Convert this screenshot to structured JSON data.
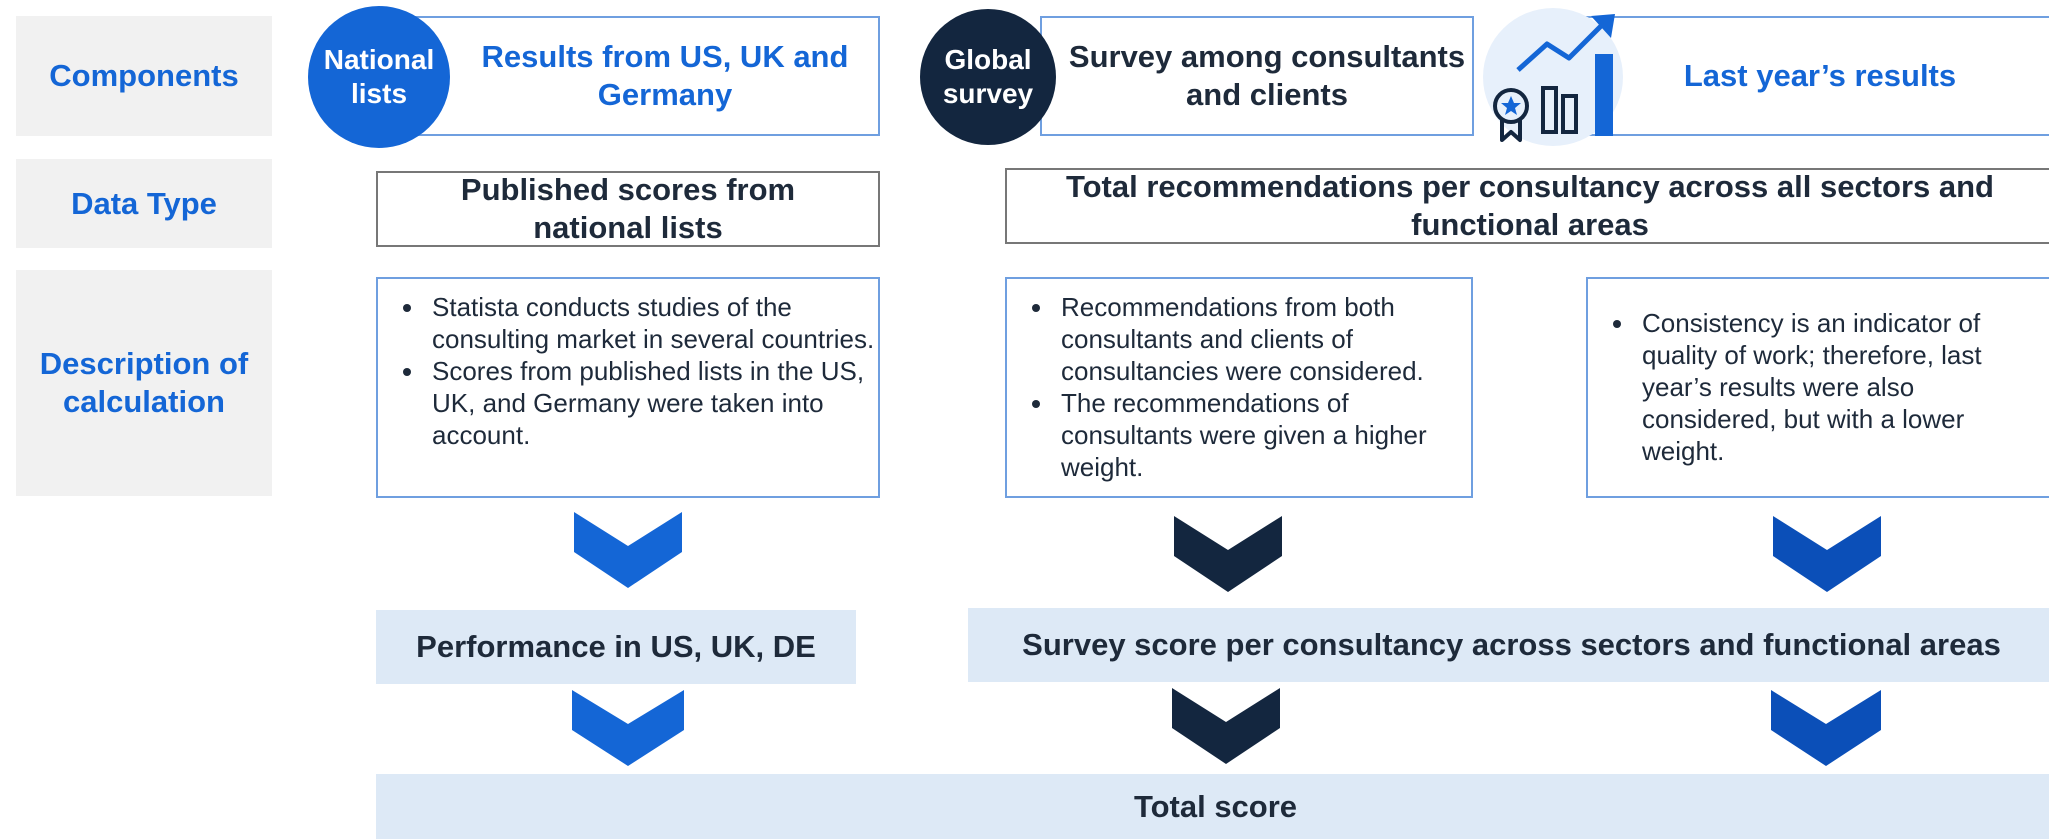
{
  "row_labels": {
    "components": "Components",
    "data_type": "Data Type",
    "description": "Description of calculation"
  },
  "components": {
    "national": {
      "circle": "National lists",
      "title": "Results from US, UK and Germany"
    },
    "global": {
      "circle": "Global survey",
      "title": "Survey among consultants and clients"
    },
    "last_year": {
      "title": "Last year’s results"
    }
  },
  "data_types": {
    "national": "Published scores from national lists",
    "survey": "Total recommendations per consultancy across all sectors and functional areas"
  },
  "descriptions": {
    "national": [
      "Statista conducts studies of the consulting market in several countries.",
      "Scores from published lists in the US, UK, and Germany were taken into account."
    ],
    "global": [
      "Recommendations from both consultants and clients of consultancies were considered.",
      "The recommendations of consultants were given a higher weight."
    ],
    "last_year": [
      "Consistency is an indicator of quality of work; therefore, last year’s results were also considered, but with a lower weight."
    ]
  },
  "results": {
    "national": "Performance in US, UK, DE",
    "survey": "Survey score per consultancy across sectors and functional areas"
  },
  "total": "Total score",
  "colors": {
    "primary_blue": "#1466d6",
    "navy": "#13263f",
    "mid_blue": "#0b4fb8",
    "light_band": "#dde9f6",
    "label_gray": "#f1f1f1"
  },
  "icons": [
    "medal-icon",
    "bar-chart-icon",
    "trend-arrow-icon"
  ]
}
